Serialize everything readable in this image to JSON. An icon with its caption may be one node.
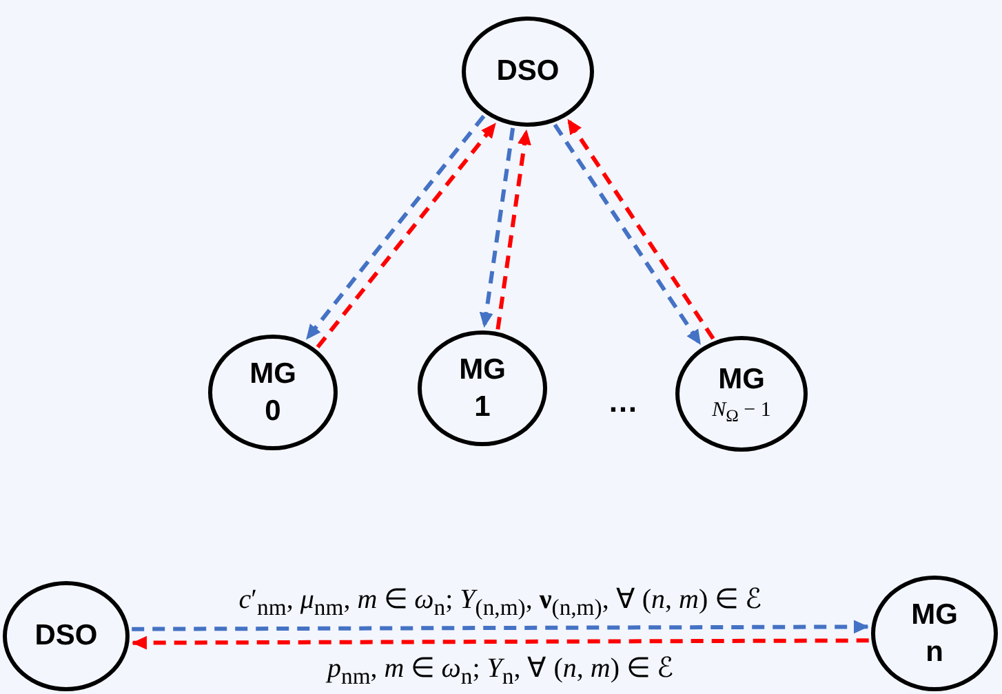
{
  "diagram": {
    "nodes": [
      {
        "text": [
          "DSO"
        ]
      },
      {
        "text": [
          "MG 0"
        ]
      },
      {
        "text": [
          "MG 1"
        ]
      },
      {
        "text": [
          "MG",
          "*N*$_{Ω}$ − 1"
        ]
      },
      {
        "text": [
          "DSO"
        ]
      },
      {
        "text": [
          "MG n"
        ]
      }
    ],
    "edges": [
      {
        "from": 0,
        "to": 1,
        "arrow": "to",
        "style": "dashed",
        "color": "#4472c4"
      },
      {
        "from": 1,
        "to": 0,
        "arrow": "to",
        "style": "dashed",
        "color": "#ff0000"
      },
      {
        "from": 0,
        "to": 2,
        "arrow": "to",
        "style": "dashed",
        "color": "#4472c4"
      },
      {
        "from": 2,
        "to": 0,
        "arrow": "to",
        "style": "dashed",
        "color": "#ff0000"
      },
      {
        "from": 0,
        "to": 3,
        "arrow": "to",
        "style": "dashed",
        "color": "#4472c4"
      },
      {
        "from": 3,
        "to": 0,
        "arrow": "to",
        "style": "dashed",
        "color": "#ff0000"
      },
      {
        "from": 4,
        "to": 5,
        "arrow": "to",
        "style": "dashed",
        "color": "#4472c4",
        "label": "*c*′$_{nm}$, *μ*$_{nm}$, *m* ∈ *ω*$_{n}$; *Y*$_{(n,m)}$, **ν**$_{(n,m)}$, ∀ (*n*, *m*) ∈ ℰ"
      },
      {
        "from": 5,
        "to": 4,
        "arrow": "to",
        "style": "dashed",
        "color": "#ff0000",
        "label": "*p*$_{nm}$, *m* ∈ *ω*$_{n}$; *Y*$_{n}$, ∀ (*n*, *m*) ∈ ℰ"
      }
    ],
    "labels": [
      "…"
    ]
  }
}
